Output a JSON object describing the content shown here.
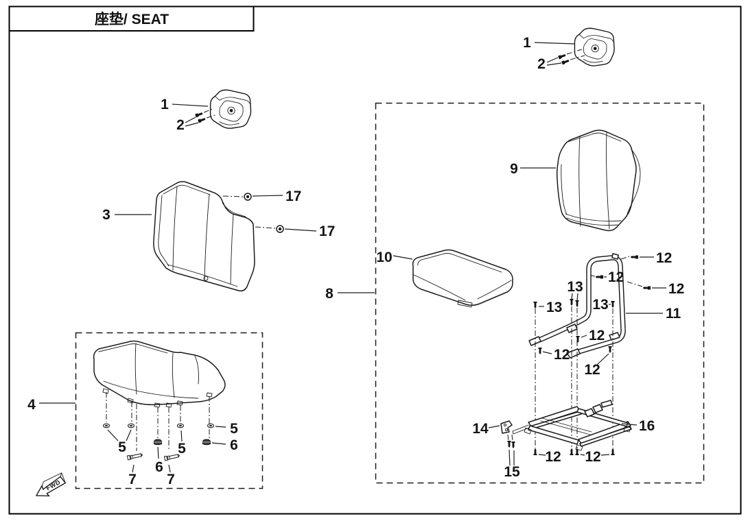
{
  "title_block": {
    "title": "座垫/ SEAT"
  },
  "direction_indicator": {
    "label": "FWD"
  },
  "callouts": {
    "n1_right": "1",
    "n2_right": "2",
    "n1_left": "1",
    "n2_left": "2",
    "n3": "3",
    "n17_upper": "17",
    "n17_lower": "17",
    "n4": "4",
    "n5_pair": "5",
    "n5_center": "5",
    "n5_right": "5",
    "n6_center": "6",
    "n6_right": "6",
    "n7_left": "7",
    "n7_right": "7",
    "n8": "8",
    "n9": "9",
    "n10": "10",
    "n11": "11",
    "n12_top": "12",
    "n12_upper_left": "12",
    "n12_upper_right": "12",
    "n12_bar_left": "12",
    "n12_bar_mid": "12",
    "n12_bar_right": "12",
    "n12_bottom_left": "12",
    "n12_bottom_right": "12",
    "n13_left": "13",
    "n13_center": "13",
    "n13_right": "13",
    "n14": "14",
    "n15": "15",
    "n16": "16"
  }
}
